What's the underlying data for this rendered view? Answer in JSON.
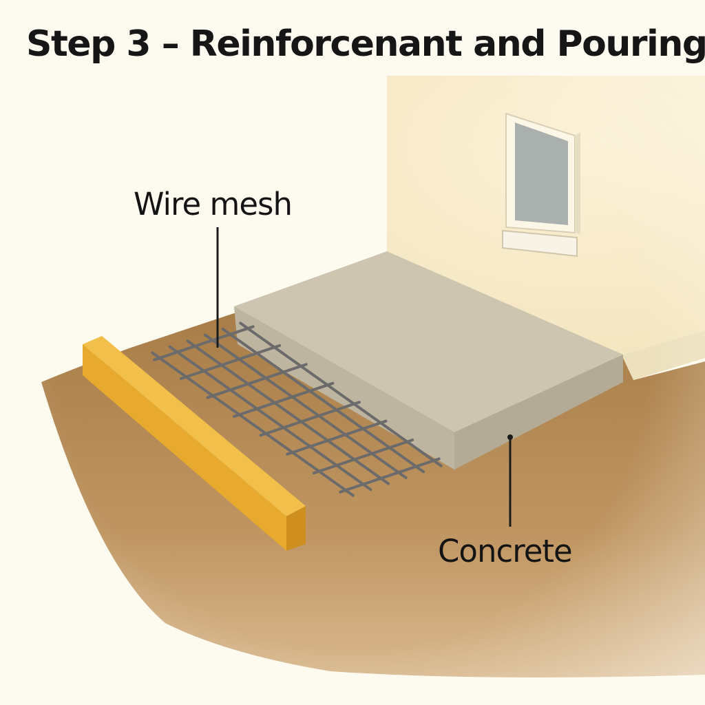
{
  "title": "Step 3 – Reinforcenant and Pouring",
  "labels": {
    "wire_mesh": "Wire mesh",
    "concrete": "Concrete"
  },
  "colors": {
    "background": "#fdfaf0",
    "wall": "#f7ebc6",
    "ground": "#b58b55",
    "concrete": "#cdc5af",
    "concrete_edge": "#b3ab95",
    "form_board": "#e7a92e",
    "mesh": "#6b6b6b",
    "window_glass": "#aab0ae"
  },
  "icons": [
    "window-icon",
    "wire-mesh-icon",
    "form-board-icon",
    "concrete-slab-icon"
  ]
}
